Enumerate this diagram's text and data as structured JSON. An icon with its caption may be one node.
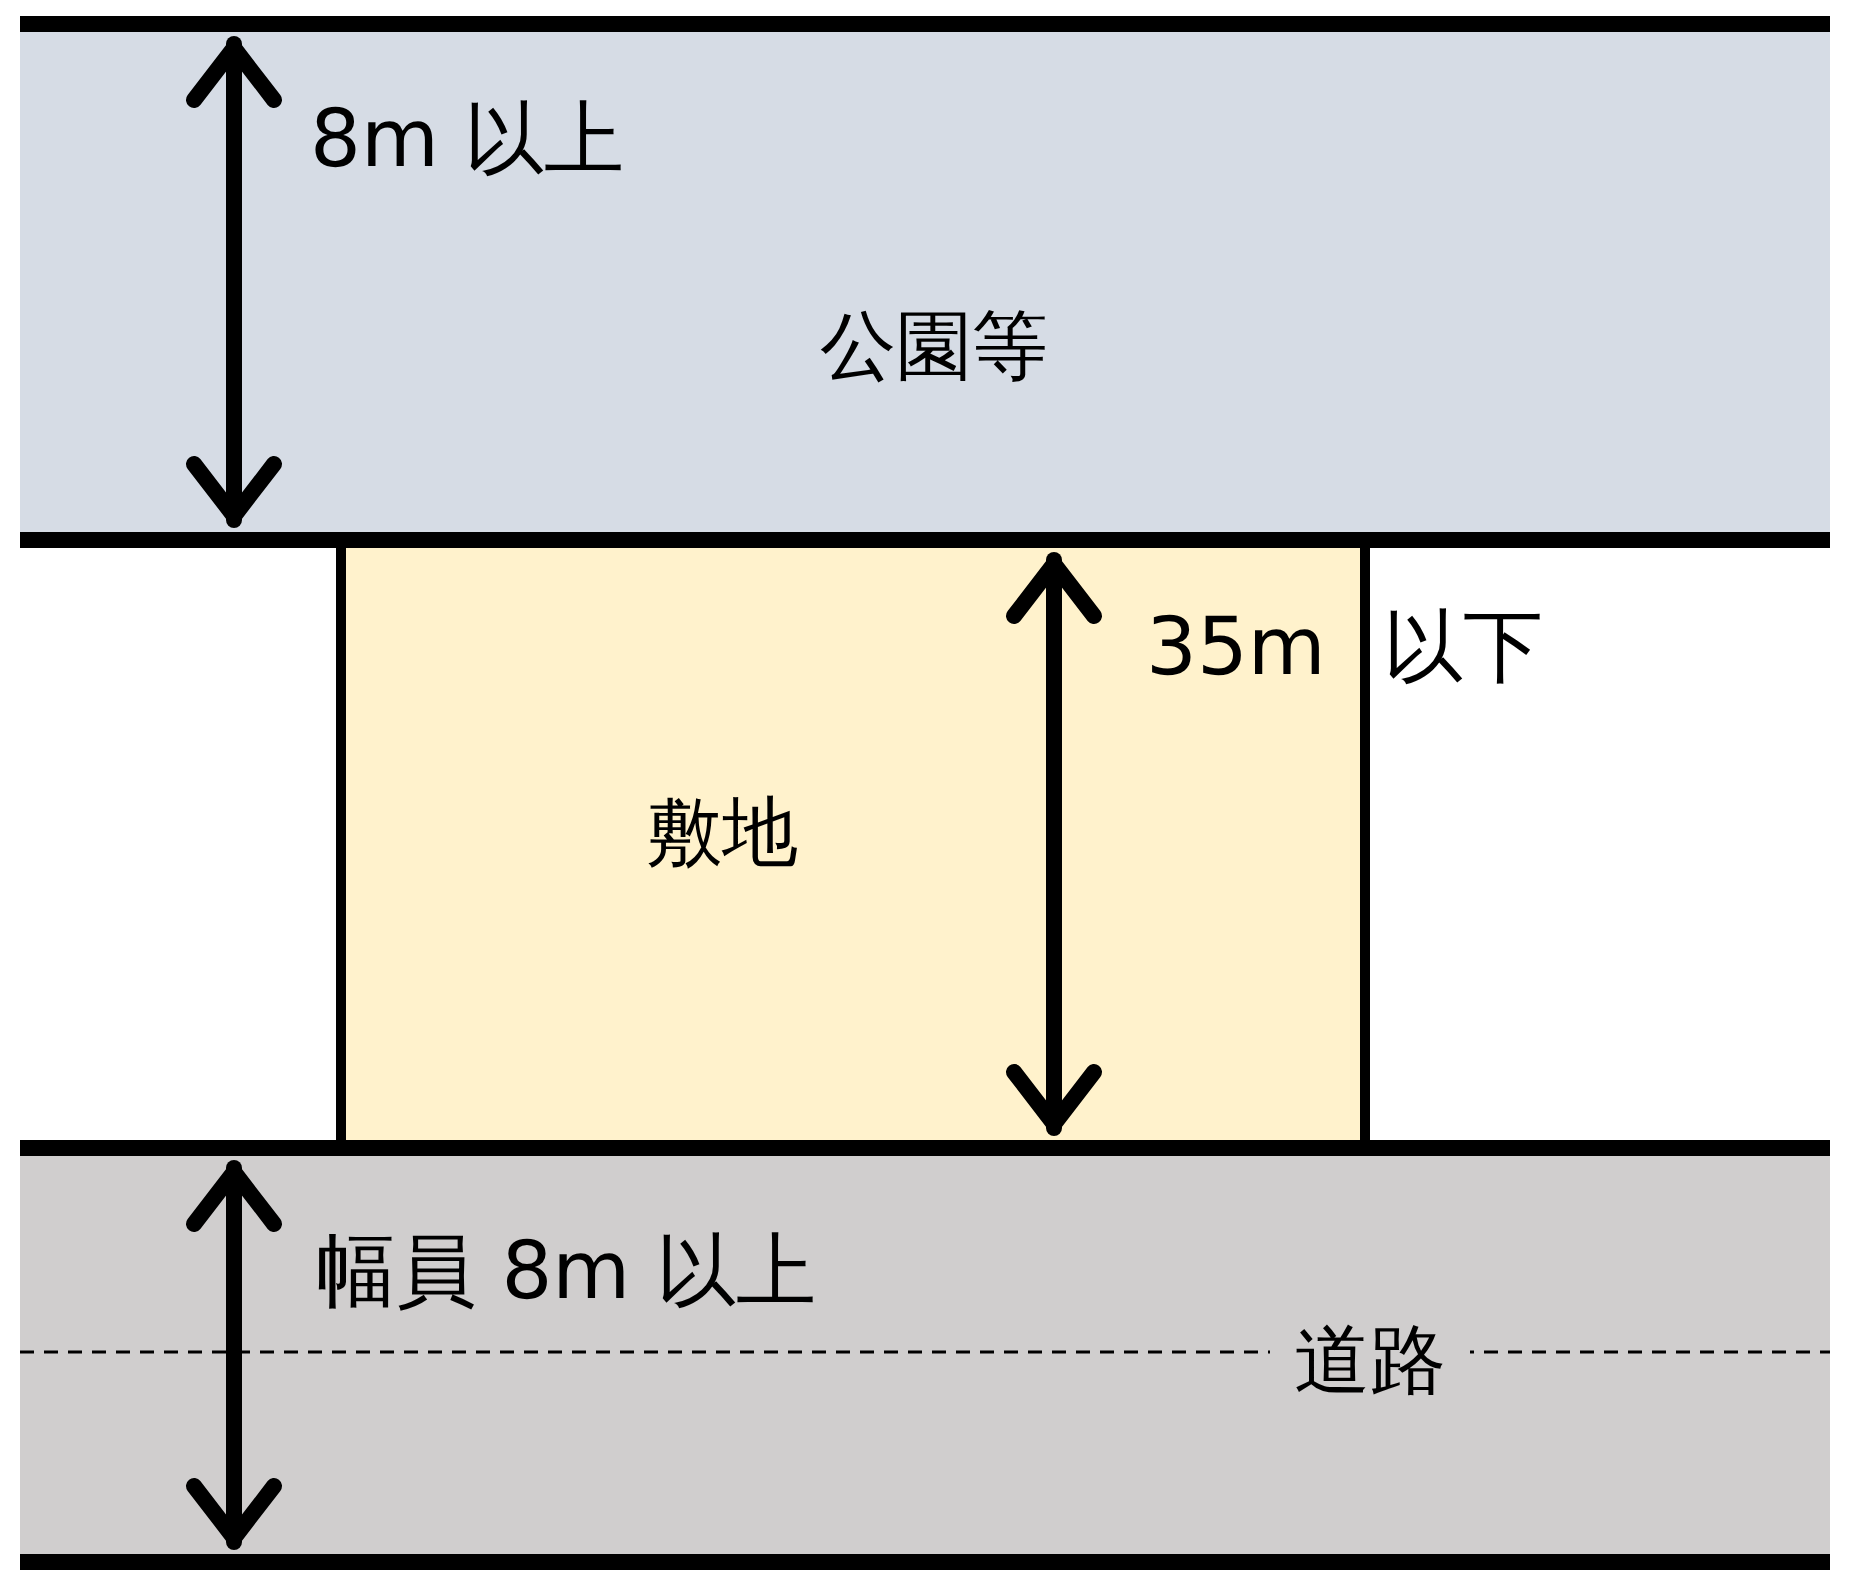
{
  "diagram": {
    "nodes": [
      {
        "text": [
          "公園等"
        ]
      },
      {
        "text": [
          "敷地"
        ]
      },
      {
        "text": [
          "道路"
        ]
      }
    ],
    "labels": [
      "8m 以上",
      "35m 以下",
      "幅員 8m 以上"
    ]
  }
}
